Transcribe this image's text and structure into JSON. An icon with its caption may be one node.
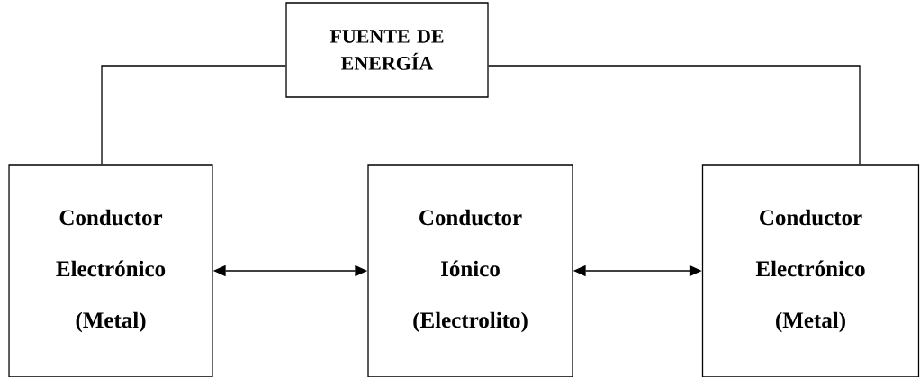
{
  "diagram": {
    "nodes": [
      {
        "text": [
          "FUENTE DE ENERGÍA"
        ]
      },
      {
        "text": [
          "Conductor Electrónico (Metal)"
        ]
      },
      {
        "text": [
          "Conductor Iónico (Electrolito)"
        ]
      },
      {
        "text": [
          "Conductor Electrónico (Metal)"
        ]
      }
    ],
    "edges": [
      {
        "from": 0,
        "to": 1,
        "arrow": "none"
      },
      {
        "from": 0,
        "to": 3,
        "arrow": "none"
      },
      {
        "from": 1,
        "to": 2,
        "arrow": "both"
      },
      {
        "from": 2,
        "to": 3,
        "arrow": "both"
      }
    ]
  }
}
